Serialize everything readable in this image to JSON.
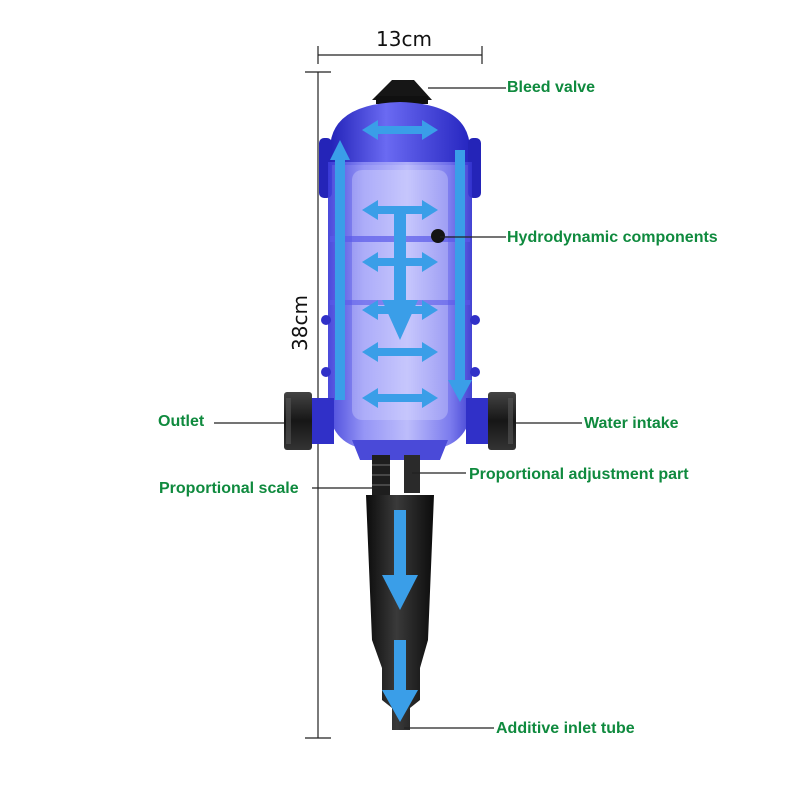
{
  "dimensions": {
    "width_label": "13cm",
    "height_label": "38cm"
  },
  "labels": {
    "bleed_valve": "Bleed valve",
    "hydrodynamic_components": "Hydrodynamic components",
    "outlet": "Outlet",
    "water_intake": "Water intake",
    "proportional_scale": "Proportional scale",
    "proportional_adjustment_part": "Proportional adjustment part",
    "additive_inlet_tube": "Additive inlet tube"
  },
  "colors": {
    "label_text": "#0f8a3e",
    "flow_arrow": "#3a9ee8",
    "housing": "#6c6cf0",
    "housing_dark": "#2a2ab0",
    "fittings": "#1e1e1e",
    "leader_line": "#222222"
  },
  "icons": {
    "flow_arrows": "flow-arrow-icon"
  }
}
